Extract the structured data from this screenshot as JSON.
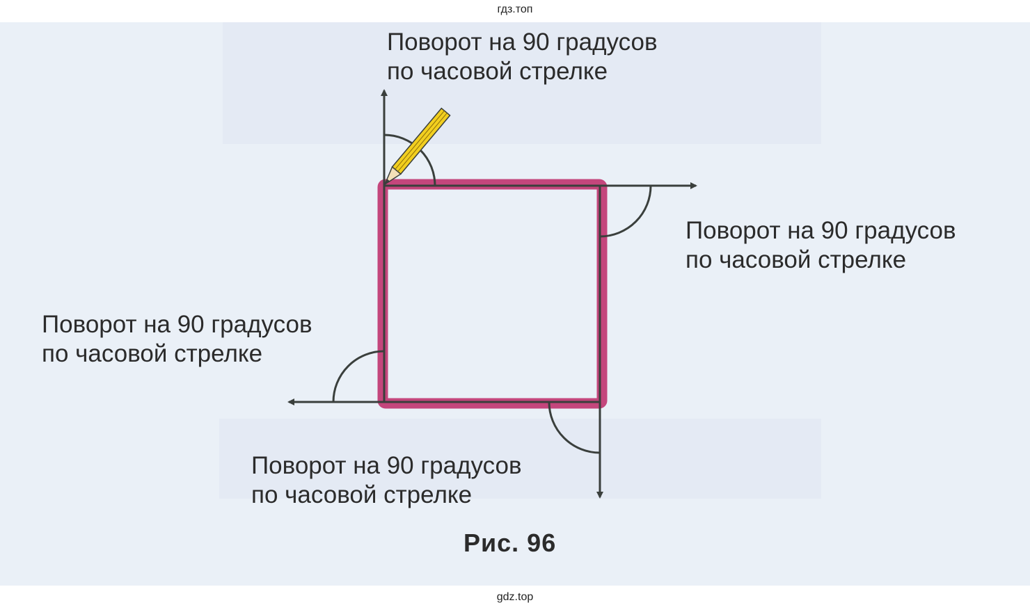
{
  "watermark_top": "гдз.топ",
  "watermark_bottom": "gdz.top",
  "figure": {
    "caption": "Рис. 96",
    "labels": [
      {
        "line1": "Поворот на 90 градусов",
        "line2": "по часовой стрелке"
      },
      {
        "line1": "Поворот на 90 градусов",
        "line2": "по часовой стрелке"
      },
      {
        "line1": "Поворот на 90 градусов",
        "line2": "по часовой стрелке"
      },
      {
        "line1": "Поворот на 90 градусов",
        "line2": "по часовой стрелке"
      }
    ],
    "colors": {
      "square": "#c4467c",
      "lines": "#3a3f3c",
      "pencil": "#f2cf1f",
      "background": "#eaf0f7"
    }
  }
}
